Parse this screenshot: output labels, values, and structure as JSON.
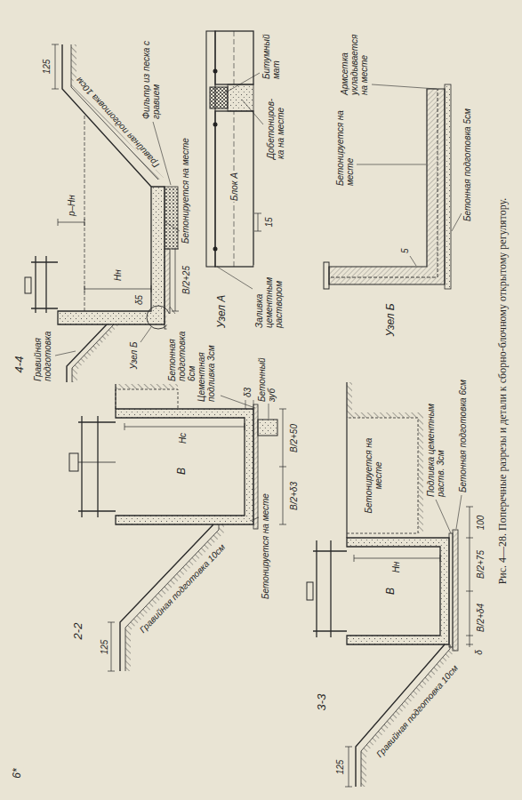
{
  "diagram": {
    "caption": "Рис. 4—28. Поперечные разрезы и детали к сборно-блочному открытому регулятору.",
    "labels": [
      "2-2",
      "125",
      "Гравийная подготовка 10см",
      "Бетонируется на месте",
      "В",
      "Нс",
      "Цементная подливка 3см",
      "δ3",
      "В/2+δ3",
      "В/2+50",
      "Бетонный зуб",
      "3-3",
      "125",
      "Гравийная подготовка 10см",
      "Бетонируется на месте",
      "Подливка цементным раств. 3см",
      "Бетонная подготовка 6см",
      "В",
      "Нн",
      "δ",
      "В/2+δ4",
      "В/2+75",
      "100",
      "4-4",
      "Гравийная подготовка",
      "Узел Б",
      "Бетонная подготовка 6см",
      "δ5",
      "Нн",
      "р–Нн",
      "В/2+25",
      "Бетонируется на месте",
      "Фильтр из песка с гравием",
      "Гравийная подготовка 10см",
      "125",
      "Узел А",
      "Заливка цементным раствором",
      "Блок А",
      "15",
      "Добетониров- ка на месте",
      "Битумный мат",
      "Узел Б",
      "Бетонируется на месте",
      "Армсетка укладывается на месте",
      "5",
      "Бетонная подготовка 5см",
      "6*"
    ]
  }
}
